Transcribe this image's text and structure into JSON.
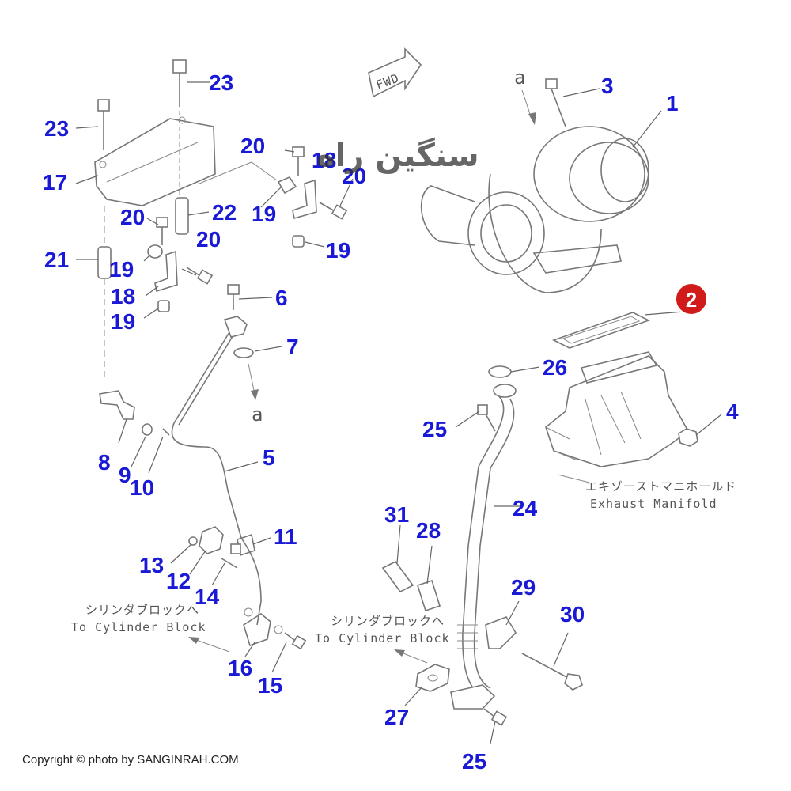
{
  "watermark": "سنگین راه",
  "copyright": "Copyright © photo by SANGINRAH.COM",
  "fwd_label": "FWD",
  "view_marker": "a",
  "highlight_callout": "2",
  "notes": {
    "exhaust_manifold_jp": "エキゾーストマニホールド",
    "exhaust_manifold_en": "Exhaust Manifold",
    "cyl_block_left_jp": "シリンダブロックへ",
    "cyl_block_left_en": "To Cylinder Block",
    "cyl_block_right_jp": "シリンダブロックへ",
    "cyl_block_right_en": "To Cylinder Block"
  },
  "callouts": [
    "1",
    "3",
    "4",
    "5",
    "6",
    "7",
    "8",
    "9",
    "10",
    "11",
    "12",
    "13",
    "14",
    "15",
    "16",
    "17",
    "18",
    "18",
    "19",
    "19",
    "19",
    "19",
    "20",
    "20",
    "20",
    "20",
    "21",
    "22",
    "23",
    "23",
    "24",
    "25",
    "25",
    "26",
    "27",
    "28",
    "29",
    "30",
    "31"
  ],
  "colors": {
    "callout": "#1a1ad6",
    "highlight": "#d11a1a",
    "line": "#777777"
  }
}
